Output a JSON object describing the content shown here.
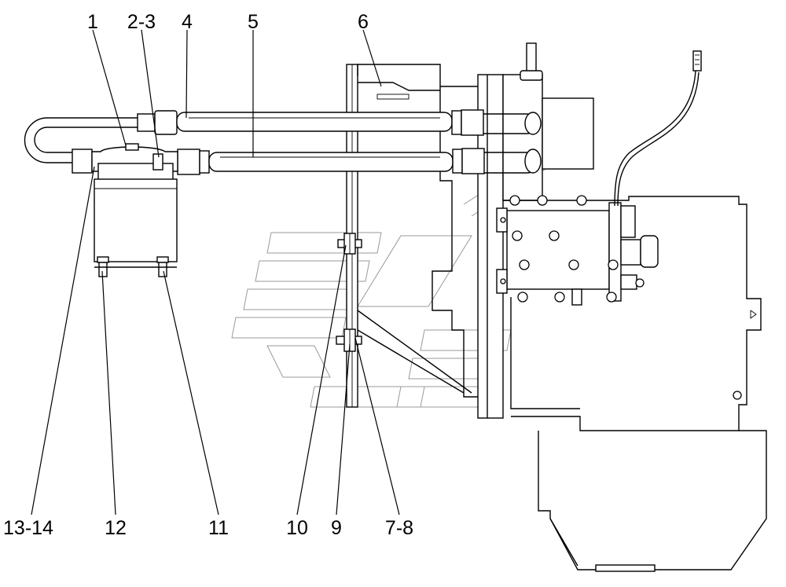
{
  "callouts": {
    "c1": "1",
    "c2_3": "2-3",
    "c4": "4",
    "c5": "5",
    "c6": "6",
    "c13_14": "13-14",
    "c12": "12",
    "c11": "11",
    "c10": "10",
    "c9": "9",
    "c7_8": "7-8"
  }
}
